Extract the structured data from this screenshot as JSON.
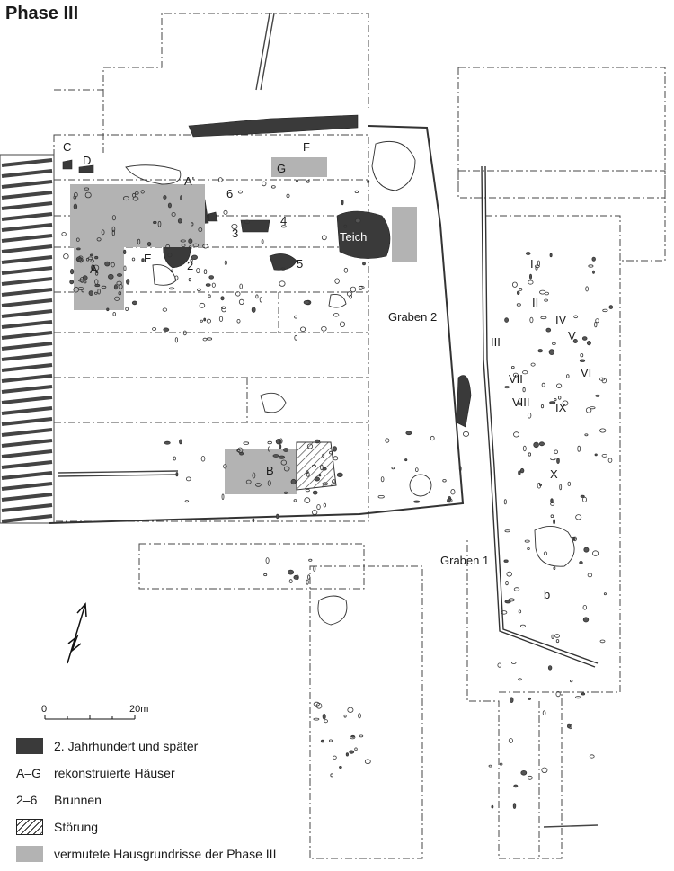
{
  "title": "Phase III",
  "house_labels": [
    "A",
    "A'",
    "B",
    "C",
    "D",
    "E",
    "F",
    "G"
  ],
  "well_labels": [
    "2",
    "3",
    "4",
    "5",
    "6"
  ],
  "feature_labels": {
    "teich": "Teich",
    "graben2": "Graben 2",
    "graben1": "Graben 1"
  },
  "roman_labels": [
    "I",
    "II",
    "III",
    "IV",
    "V",
    "VI",
    "VII",
    "VIII",
    "IX",
    "X"
  ],
  "small_mark": "b",
  "scale": {
    "start": "0",
    "end": "20m"
  },
  "legend": [
    {
      "key": "",
      "swatch": "dark",
      "text": "2. Jahrhundert und später"
    },
    {
      "key": "A–G",
      "swatch": "none",
      "text": "rekonstruierte Häuser"
    },
    {
      "key": "2–6",
      "swatch": "none",
      "text": "Brunnen"
    },
    {
      "key": "",
      "swatch": "hatch",
      "text": "Störung"
    },
    {
      "key": "",
      "swatch": "grey",
      "text": "vermutete Hausgrundrisse der Phase III"
    }
  ],
  "colors": {
    "dark": "#3a3a3a",
    "grey": "#b3b3b3",
    "line": "#333333"
  },
  "north_arrow": "north-arrow-icon"
}
